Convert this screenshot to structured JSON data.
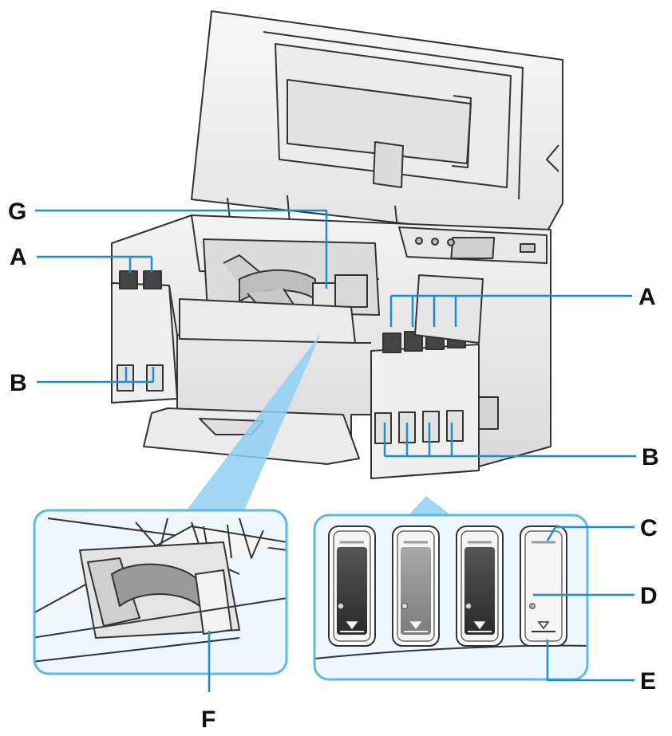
{
  "diagram": {
    "labels": {
      "a_left": "A",
      "a_right": "A",
      "b_left": "B",
      "b_right": "B",
      "c": "C",
      "d": "D",
      "e": "E",
      "f": "F",
      "g": "G"
    },
    "tank_count_left": 2,
    "tank_count_right": 4,
    "colors": {
      "leader": "#1a8fd0",
      "inset_border": "#5fb8ea",
      "inset_fill": "#eef7fd",
      "callout_wedge": "#8fd0f2",
      "printer_outline": "#333333",
      "printer_body": "#f4f4f4",
      "dark_ink": "#3a3a3a",
      "gray_ink": "#8a8a8a"
    }
  }
}
